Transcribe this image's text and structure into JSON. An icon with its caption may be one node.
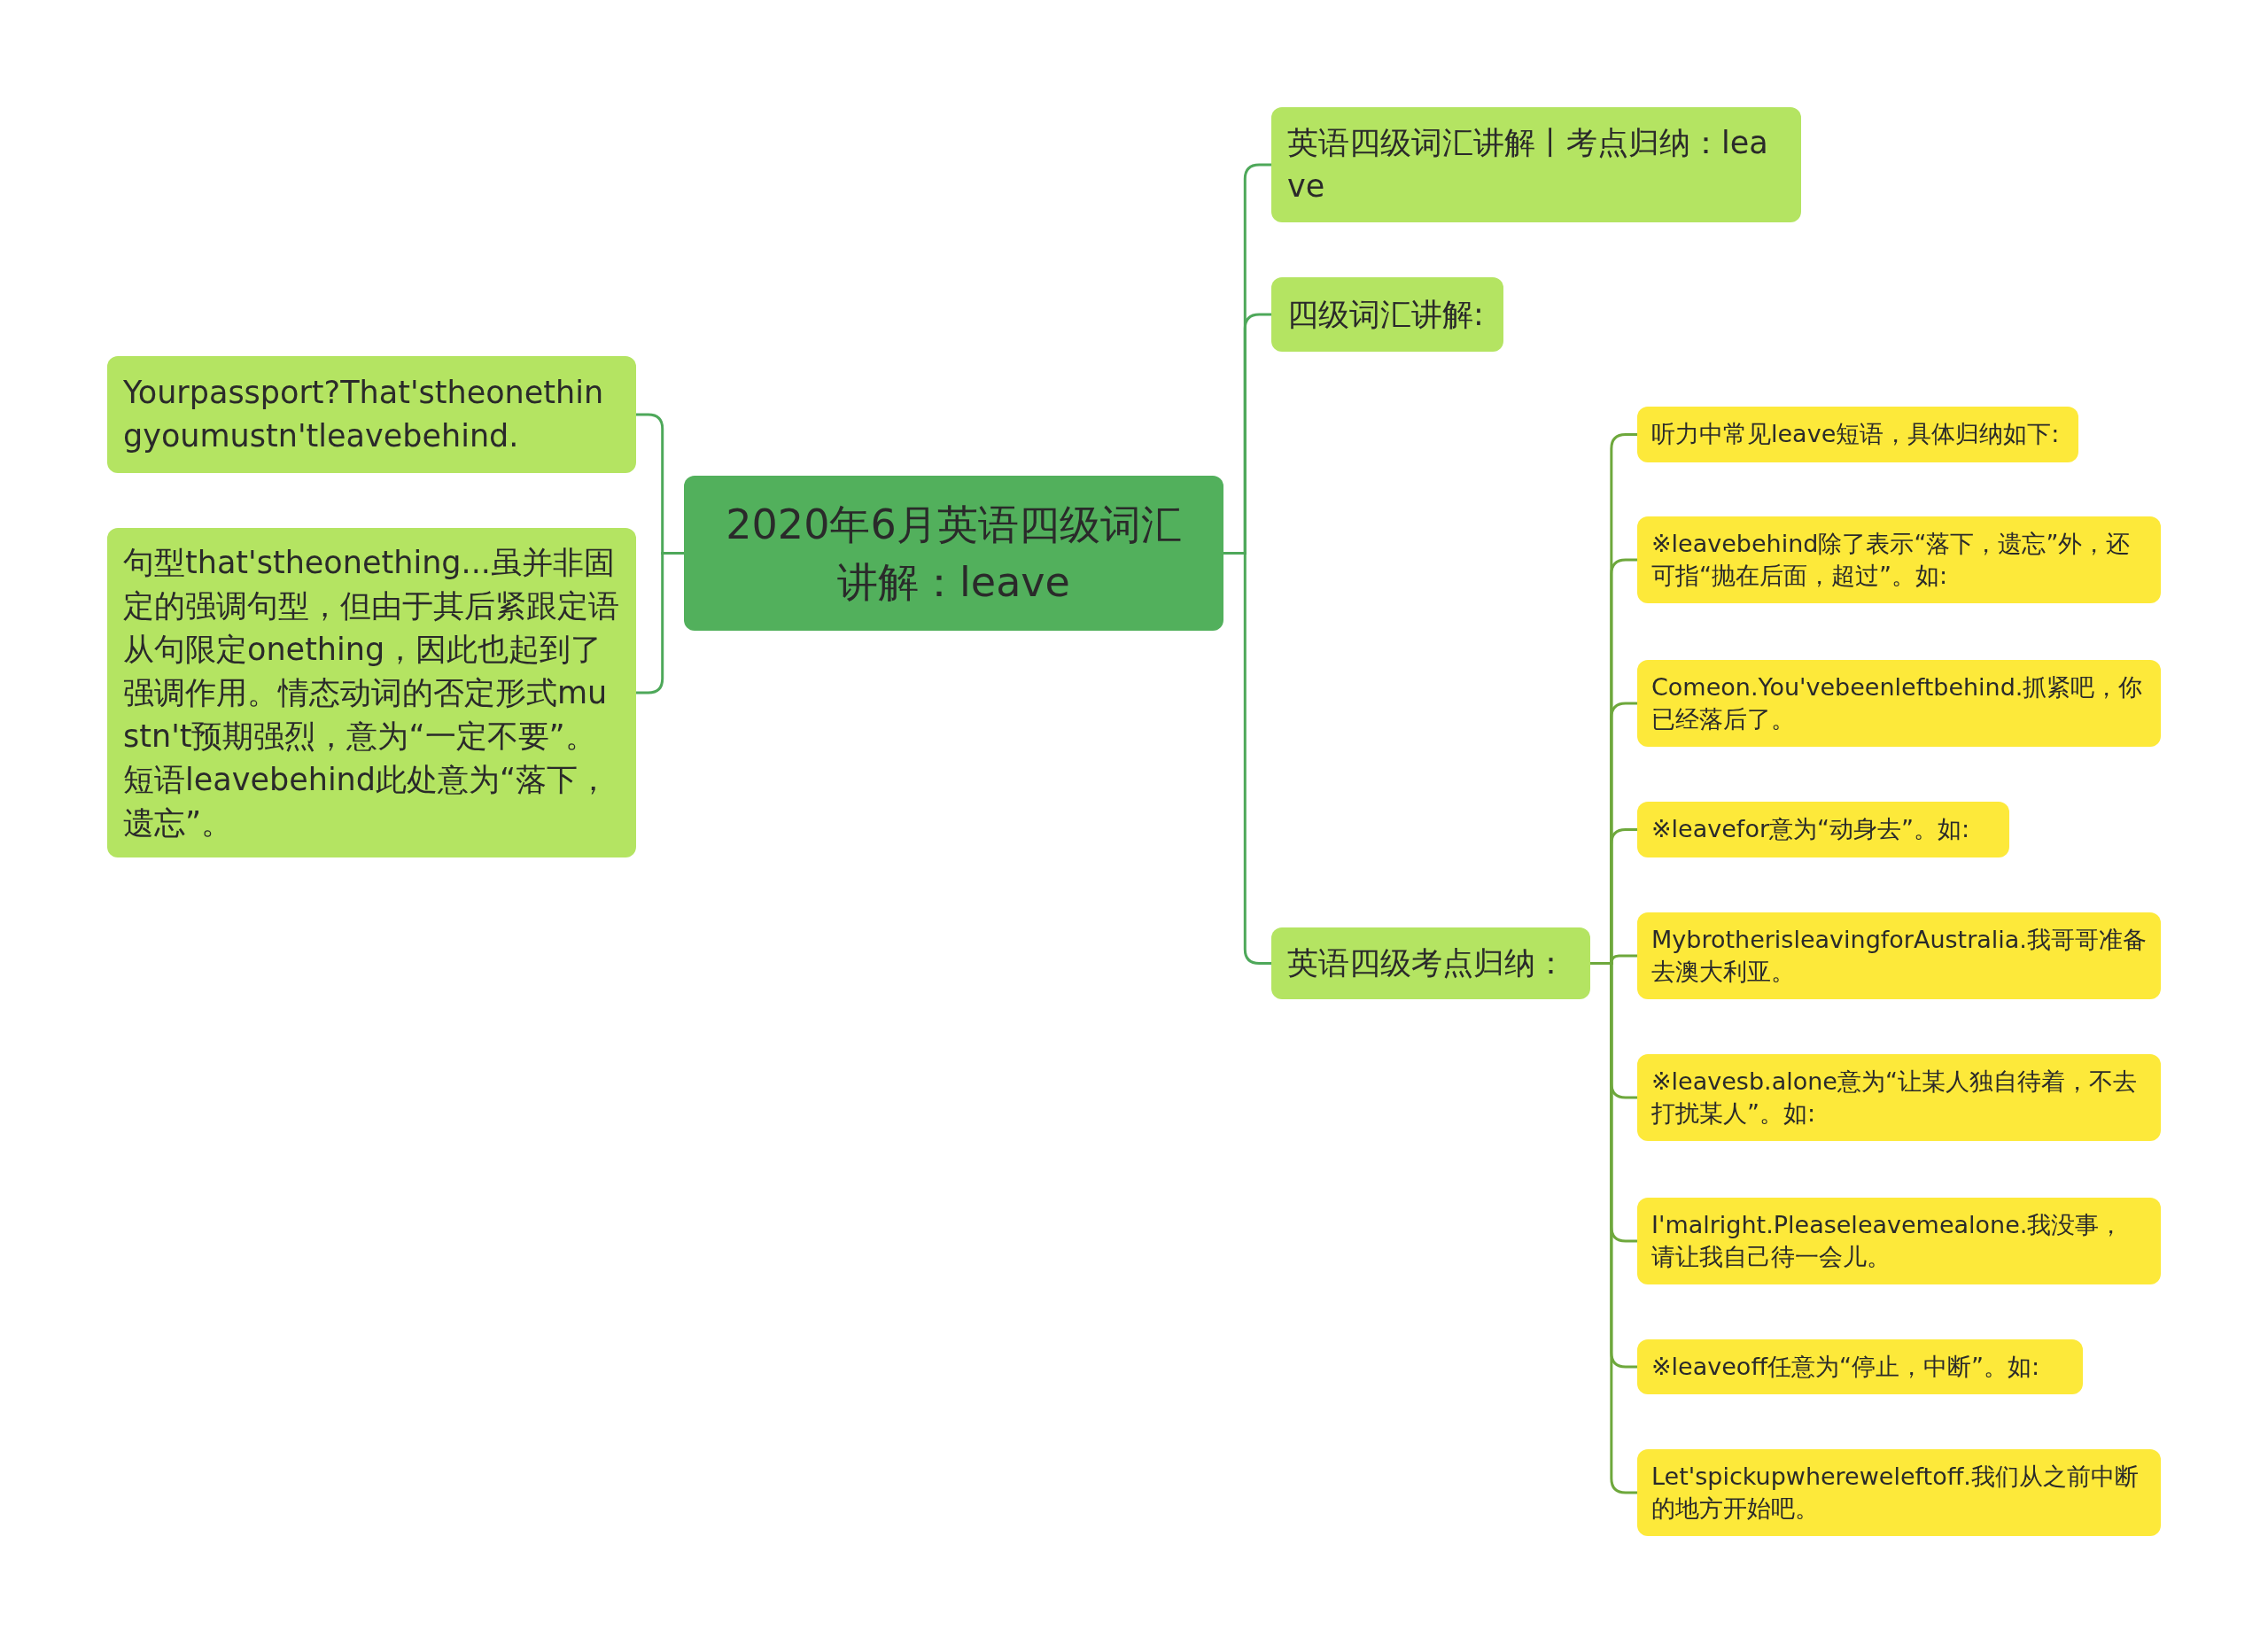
{
  "diagram": {
    "nodes": [
      {
        "text": [
          "2020年6月英语四级词汇讲解：leave"
        ]
      },
      {
        "text": [
          "Yourpassport?That'stheonethingyoumustn'tleavebehind."
        ]
      },
      {
        "text": [
          "句型that'stheonething...虽并非固定的强调句型，但由于其后紧跟定语从句限定onething，因此也起到了强调作用。情态动词的否定形式mustn't预期强烈，意为“一定不要”。短语leavebehind此处意为“落下，遗忘”。"
        ]
      },
      {
        "text": [
          "英语四级词汇讲解丨考点归纳：leave"
        ]
      },
      {
        "text": [
          "四级词汇讲解:"
        ]
      },
      {
        "text": [
          "英语四级考点归纳："
        ]
      },
      {
        "text": [
          "听力中常见leave短语，具体归纳如下:"
        ]
      },
      {
        "text": [
          "※leavebehind除了表示“落下，遗忘”外，还可指“抛在后面，超过”。如:"
        ]
      },
      {
        "text": [
          "Comeon.You'vebeenleftbehind.抓紧吧，你已经落后了。"
        ]
      },
      {
        "text": [
          "※leavefor意为“动身去”。如:"
        ]
      },
      {
        "text": [
          "MybrotherisleavingforAustralia.我哥哥准备去澳大利亚。"
        ]
      },
      {
        "text": [
          "※leavesb.alone意为“让某人独自待着，不去打扰某人”。如:"
        ]
      },
      {
        "text": [
          "I'malright.Pleaseleavemealone.我没事，请让我自己待一会儿。"
        ]
      },
      {
        "text": [
          "※leaveoff任意为“停止，中断”。如:"
        ]
      },
      {
        "text": [
          "Let'spickupwhereweleftoff.我们从之前中断的地方开始吧。"
        ]
      }
    ],
    "edges": [
      {
        "from": 0,
        "to": 1,
        "arrow": "none"
      },
      {
        "from": 0,
        "to": 2,
        "arrow": "none"
      },
      {
        "from": 0,
        "to": 3,
        "arrow": "none"
      },
      {
        "from": 0,
        "to": 4,
        "arrow": "none"
      },
      {
        "from": 0,
        "to": 5,
        "arrow": "none"
      },
      {
        "from": 5,
        "to": 6,
        "arrow": "none"
      },
      {
        "from": 5,
        "to": 7,
        "arrow": "none"
      },
      {
        "from": 5,
        "to": 8,
        "arrow": "none"
      },
      {
        "from": 5,
        "to": 9,
        "arrow": "none"
      },
      {
        "from": 5,
        "to": 10,
        "arrow": "none"
      },
      {
        "from": 5,
        "to": 11,
        "arrow": "none"
      },
      {
        "from": 5,
        "to": 12,
        "arrow": "none"
      },
      {
        "from": 5,
        "to": 13,
        "arrow": "none"
      },
      {
        "from": 5,
        "to": 14,
        "arrow": "none"
      }
    ]
  }
}
